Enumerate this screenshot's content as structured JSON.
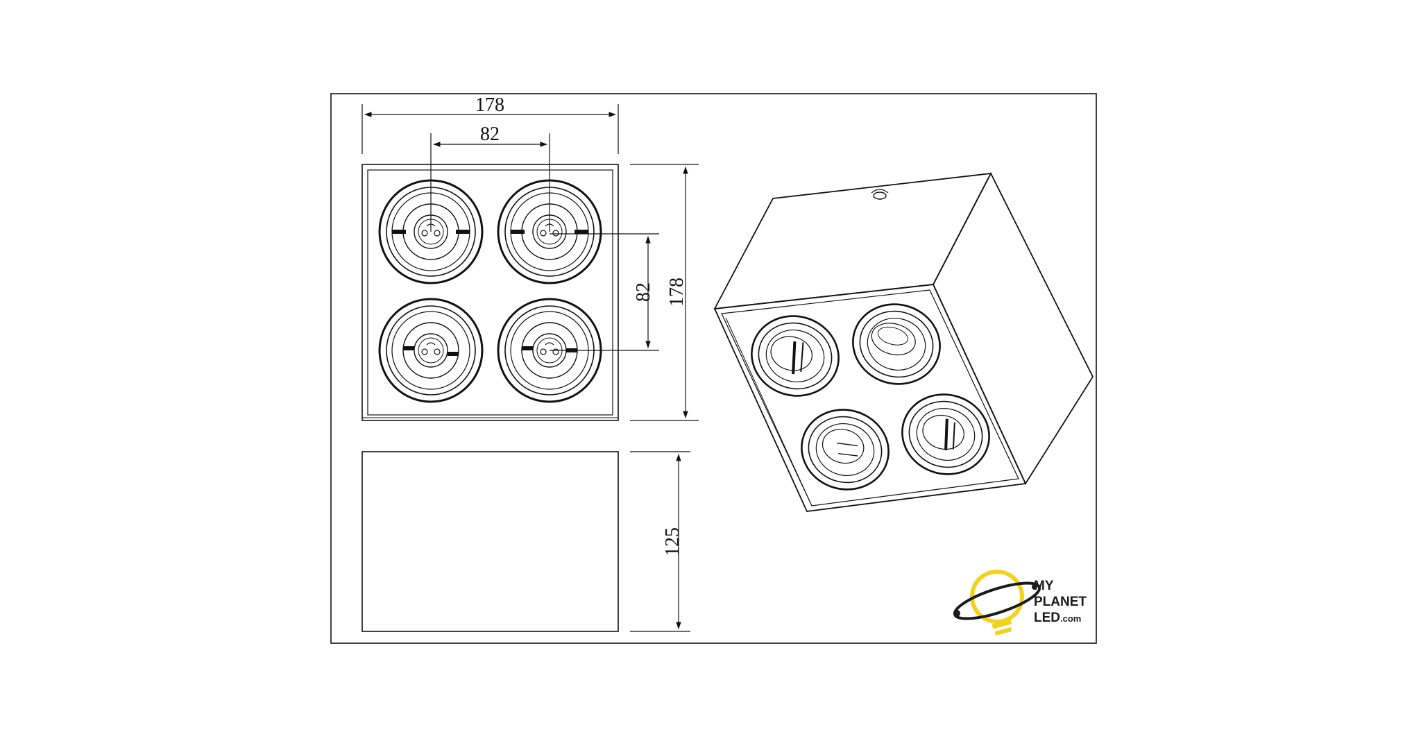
{
  "drawing": {
    "line_color": "#111111",
    "background": "#ffffff",
    "top_view": {
      "width_label": "178",
      "spacing_h_label": "82",
      "spacing_v_label": "82",
      "height_label": "178"
    },
    "side_view": {
      "height_label": "125"
    }
  },
  "logo": {
    "line1": "MY",
    "line2": "PLANET",
    "line3": "LED",
    "suffix": ".com",
    "ring_color": "#f2d21b",
    "bulb_color": "#1a1a1a"
  }
}
